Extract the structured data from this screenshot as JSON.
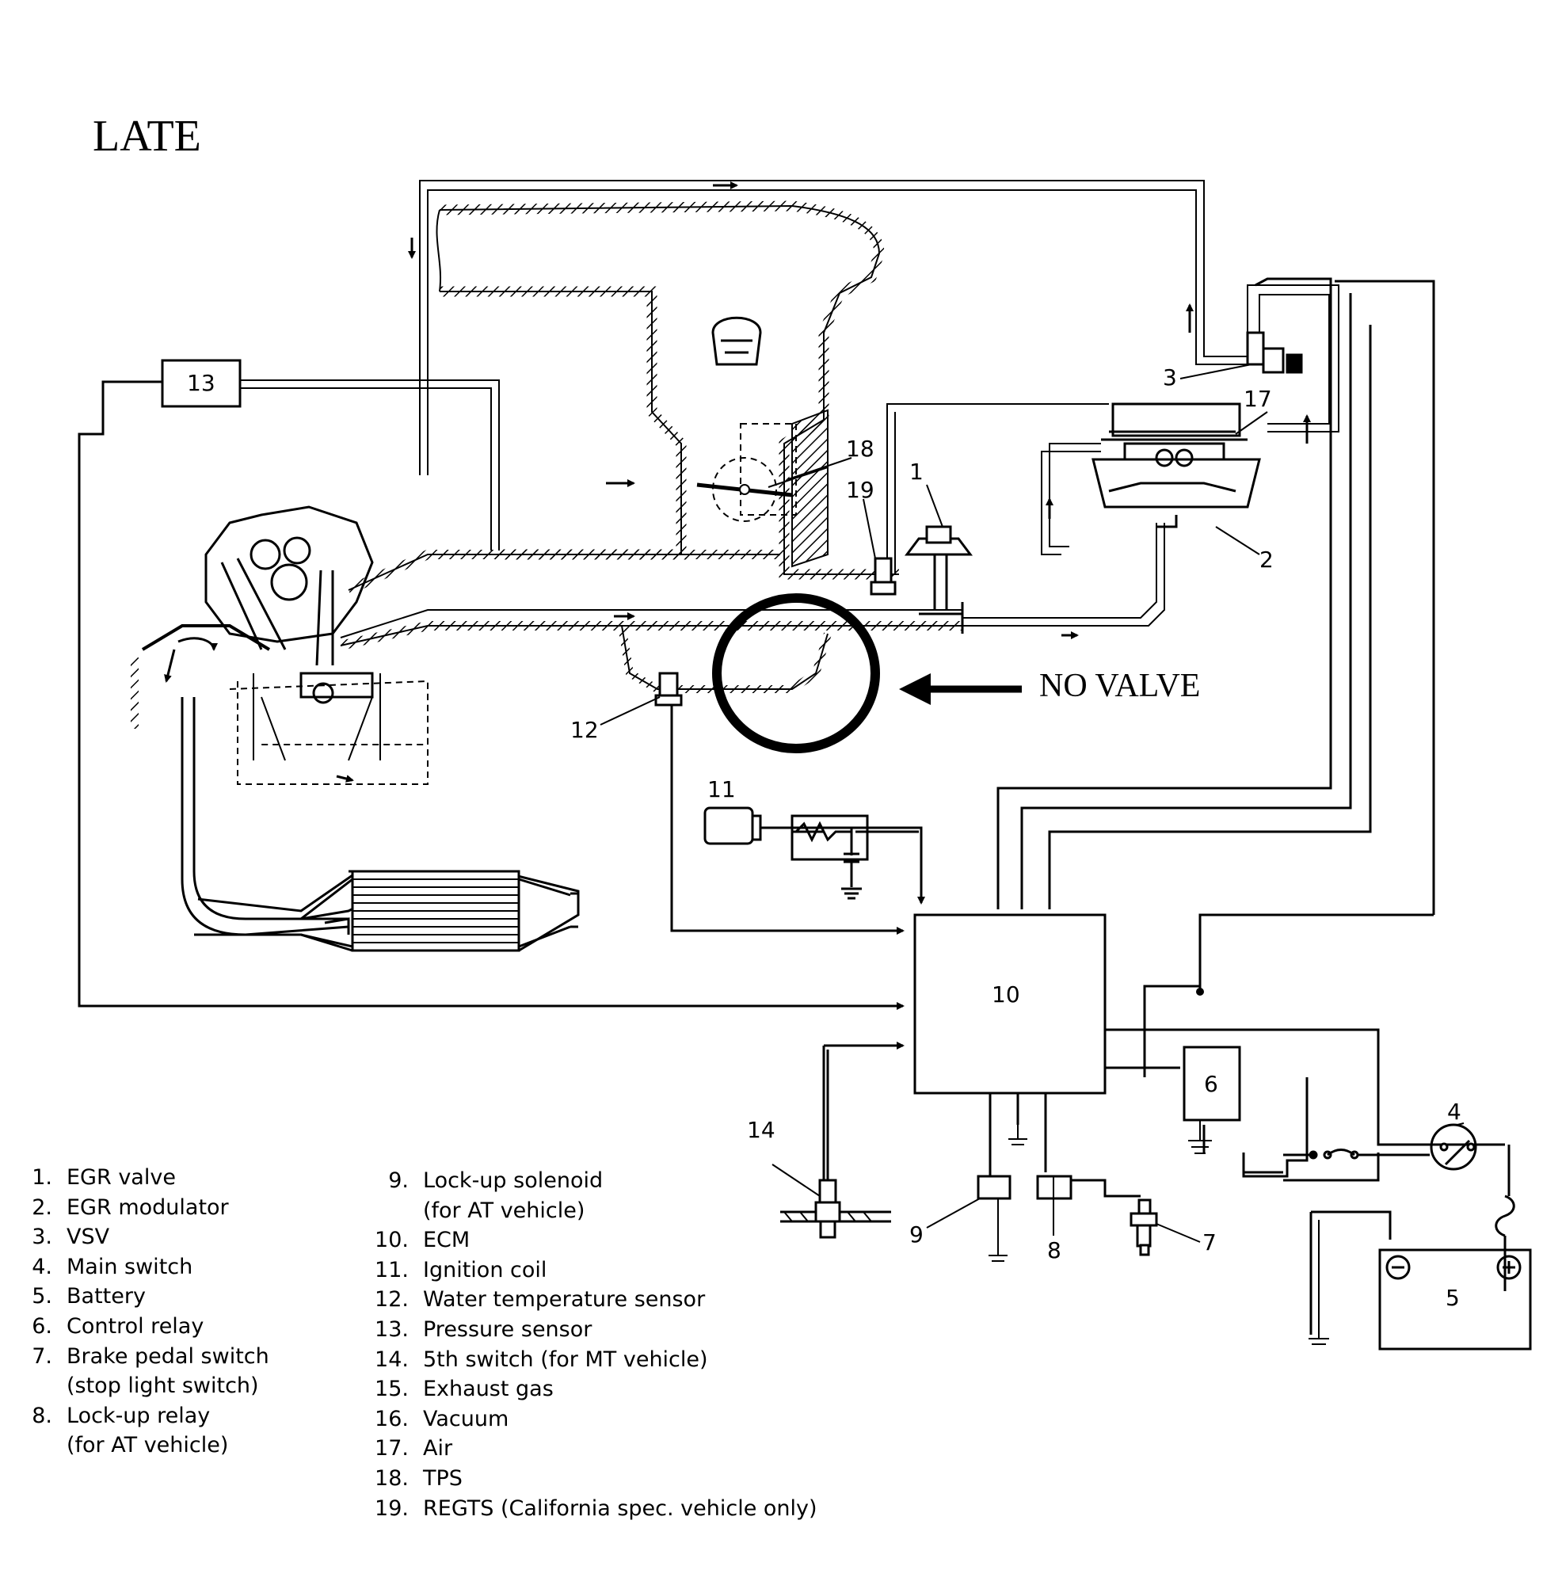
{
  "title": "LATE",
  "annotation": "NO VALVE",
  "component_numbers": {
    "n1": "1",
    "n2": "2",
    "n3": "3",
    "n4": "4",
    "n5": "5",
    "n6": "6",
    "n7": "7",
    "n8": "8",
    "n9": "9",
    "n10": "10",
    "n11": "11",
    "n12": "12",
    "n13": "13",
    "n14": "14",
    "n17": "17",
    "n18": "18",
    "n19": "19"
  },
  "legend_left": [
    {
      "num": "1.",
      "text": "EGR valve"
    },
    {
      "num": "2.",
      "text": "EGR modulator"
    },
    {
      "num": "3.",
      "text": "VSV"
    },
    {
      "num": "4.",
      "text": "Main switch"
    },
    {
      "num": "5.",
      "text": "Battery"
    },
    {
      "num": "6.",
      "text": "Control relay"
    },
    {
      "num": "7.",
      "text": "Brake pedal switch"
    },
    {
      "num": "",
      "text": "(stop light switch)"
    },
    {
      "num": "8.",
      "text": "Lock-up relay"
    },
    {
      "num": "",
      "text": "(for AT vehicle)"
    }
  ],
  "legend_right": [
    {
      "num": "9.",
      "text": "Lock-up solenoid"
    },
    {
      "num": "",
      "text": "(for AT vehicle)"
    },
    {
      "num": "10.",
      "text": "ECM"
    },
    {
      "num": "11.",
      "text": "Ignition coil"
    },
    {
      "num": "12.",
      "text": "Water temperature sensor"
    },
    {
      "num": "13.",
      "text": "Pressure sensor"
    },
    {
      "num": "14.",
      "text": "5th switch (for MT vehicle)"
    },
    {
      "num": "15.",
      "text": "Exhaust gas"
    },
    {
      "num": "16.",
      "text": "Vacuum"
    },
    {
      "num": "17.",
      "text": "Air"
    },
    {
      "num": "18.",
      "text": "TPS"
    },
    {
      "num": "19.",
      "text": "REGTS (California spec. vehicle only)"
    }
  ]
}
